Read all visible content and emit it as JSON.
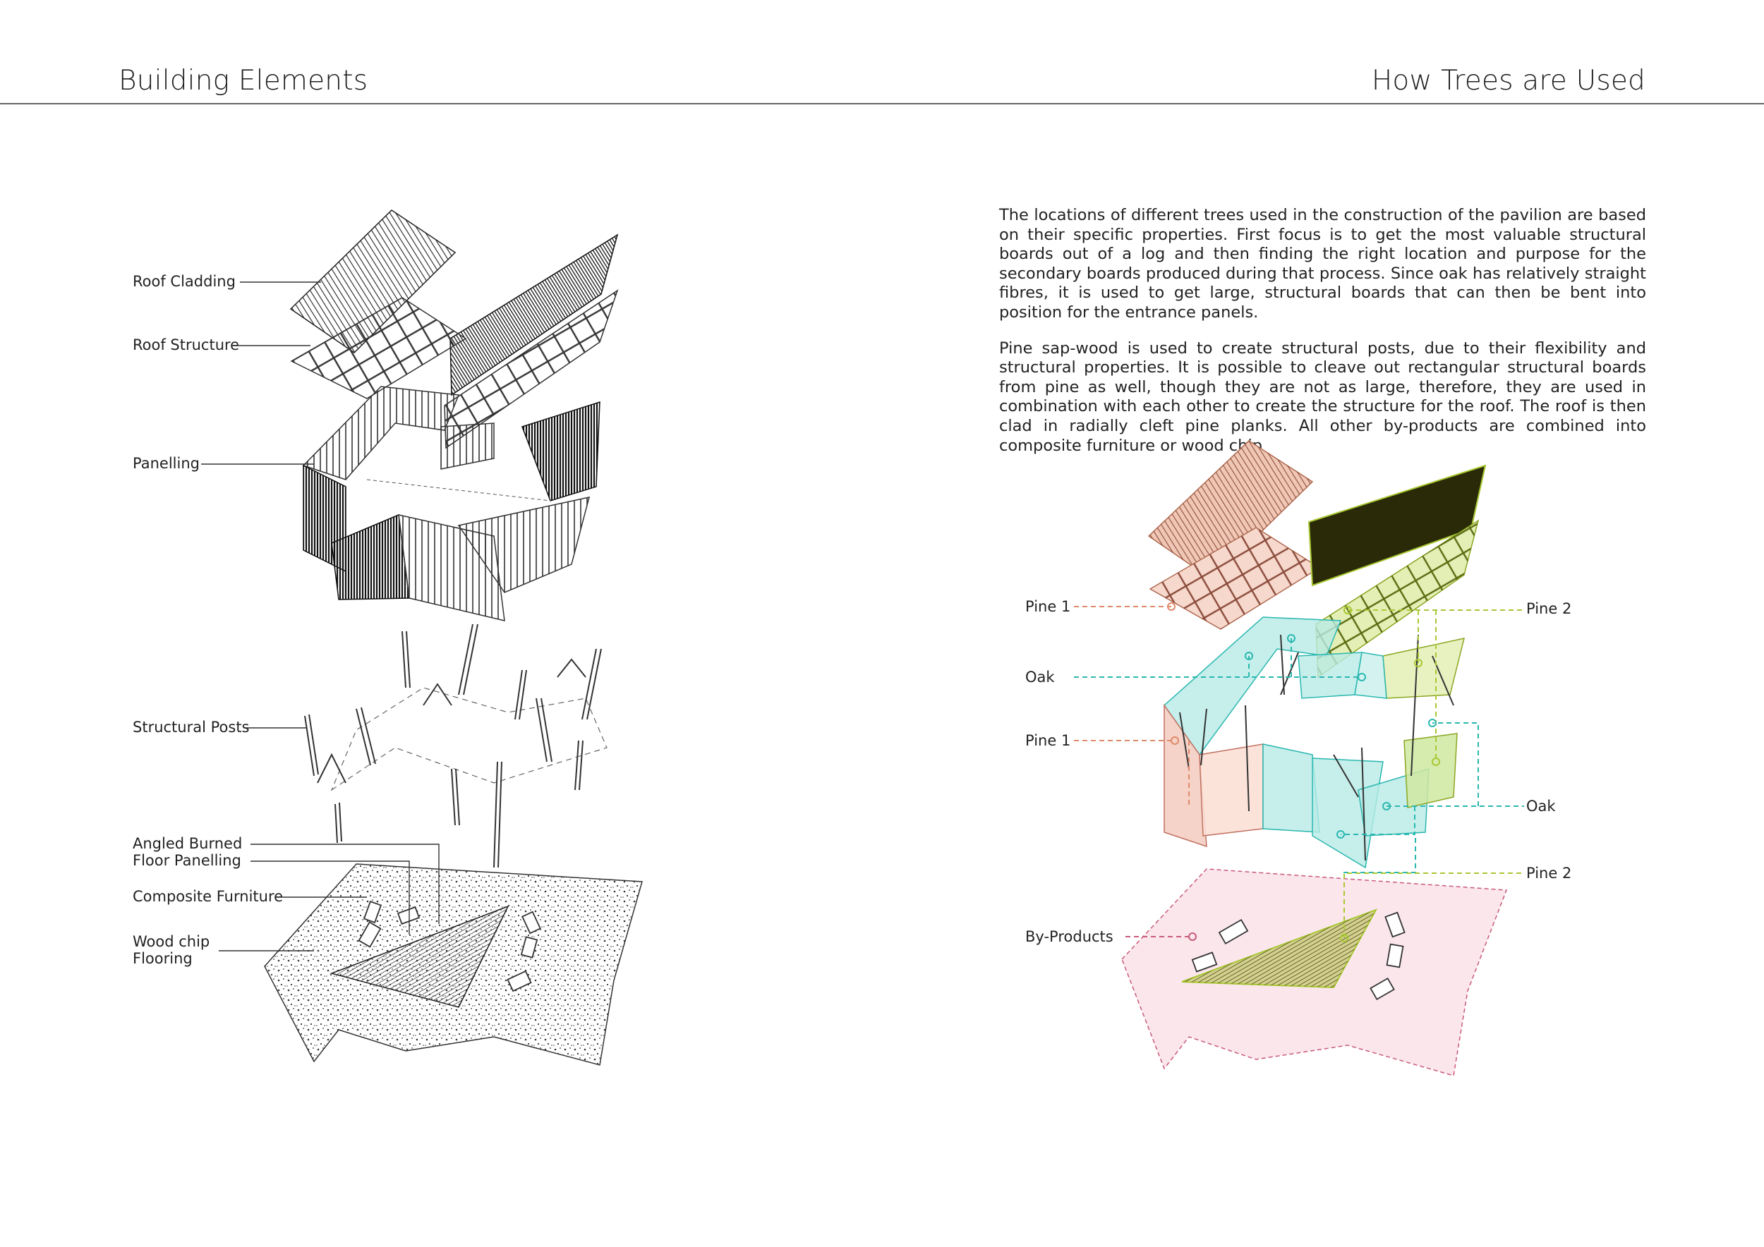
{
  "header": {
    "left_title": "Building Elements",
    "right_title": "How Trees are Used"
  },
  "intro": {
    "paragraph_1": "The locations of different trees used in the construction of the pavilion are based on their specific properties. First focus is to get the most valuable structural boards out of a log and then finding the right location and purpose for the secondary boards produced during that process. Since oak has relatively straight fibres, it is used to get large, structural boards that can then be bent into position for the entrance panels.",
    "paragraph_2": "Pine sap-wood is used to create structural posts, due to their flexibility and structural properties. It is possible to cleave out rectangular structural boards from pine as well, though they are not as large, therefore, they are used in combination with each other to create the structure for the roof. The roof is then clad in radially cleft pine planks. All other by-products are combined into composite furniture or wood chip"
  },
  "elements_diagram": {
    "labels": {
      "roof_cladding": "Roof Cladding",
      "roof_structure": "Roof Structure",
      "panelling": "Panelling",
      "structural_posts": "Structural Posts",
      "floor_panelling_1": "Angled Burned",
      "floor_panelling_2": "Floor Panelling",
      "composite_furniture": "Composite Furniture",
      "wood_chip_1": "Wood chip",
      "wood_chip_2": "Flooring"
    }
  },
  "trees_diagram": {
    "labels": {
      "pine1_roof": "Pine 1",
      "pine2_roof": "Pine 2",
      "oak_top": "Oak",
      "pine1_panel": "Pine 1",
      "oak_right": "Oak",
      "pine2_floor": "Pine 2",
      "by_products": "By-Products"
    },
    "colors": {
      "pine1": "#e0896a",
      "pine2": "#a8c832",
      "oak": "#2ab7b0",
      "by_products": "#c85a7a",
      "pine2_dark_fill": "#2a2a08"
    }
  }
}
